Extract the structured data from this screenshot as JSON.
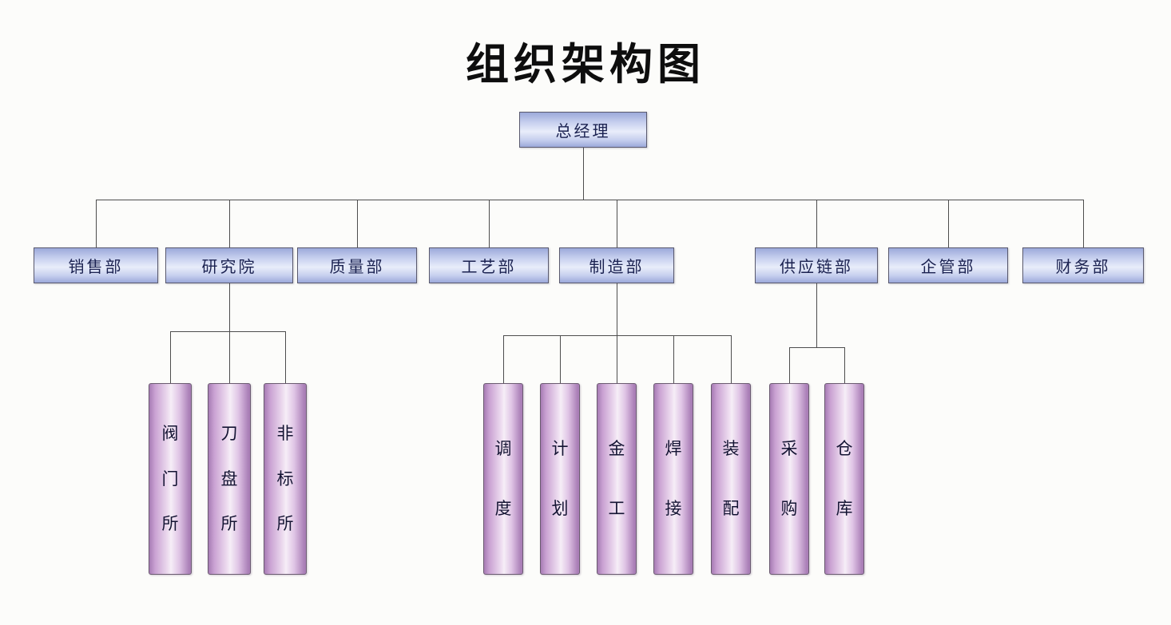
{
  "title": "组织架构图",
  "root": {
    "label": "总经理"
  },
  "level2": [
    {
      "label": "销售部"
    },
    {
      "label": "研究院"
    },
    {
      "label": "质量部"
    },
    {
      "label": "工艺部"
    },
    {
      "label": "制造部"
    },
    {
      "label": "供应链部"
    },
    {
      "label": "企管部"
    },
    {
      "label": "财务部"
    }
  ],
  "research_children": [
    {
      "label": "阀门所"
    },
    {
      "label": "刀盘所"
    },
    {
      "label": "非标所"
    }
  ],
  "manufacturing_children": [
    {
      "label": "调度"
    },
    {
      "label": "计划"
    },
    {
      "label": "金工"
    },
    {
      "label": "焊接"
    },
    {
      "label": "装配"
    }
  ],
  "supply_children": [
    {
      "label": "采购"
    },
    {
      "label": "仓库"
    }
  ],
  "colors": {
    "connector_line": "#4d4d4d",
    "dept_box_fill_light": "#e9edfa",
    "dept_box_fill_dark": "#9ca9da",
    "unit_box_fill_light": "#f6eef7",
    "unit_box_fill_dark": "#a77cb4",
    "label_text": "#1a2150",
    "title_text": "#0e0e0e"
  }
}
